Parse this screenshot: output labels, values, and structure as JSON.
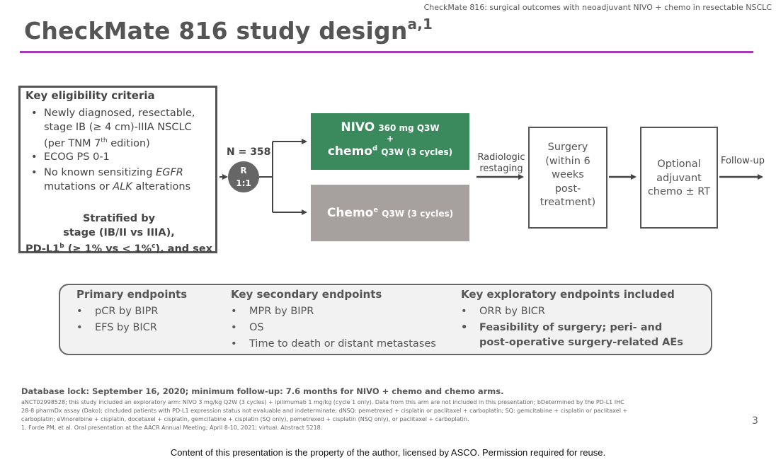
{
  "header_note": "CheckMate 816: surgical outcomes with neoadjuvant NIVO + chemo in resectable NSCLC",
  "title": {
    "text": "CheckMate 816 study design",
    "sup": "a,1"
  },
  "eligibility": {
    "title": "Key eligibility criteria",
    "items": [
      [
        "Newly diagnosed, resectable,",
        "stage IB (≥ 4 cm)-IIIA NSCLC",
        "(per TNM 7th edition)"
      ],
      [
        "ECOG PS 0-1"
      ],
      [
        "No known sensitizing EGFR",
        "mutations or ALK alterations"
      ]
    ],
    "stratified": [
      "Stratified by",
      "stage (IB/II vs IIIA),",
      "PD-L1b (≥ 1% vs < 1%c), and sex"
    ]
  },
  "randomization": {
    "n": "N = 358",
    "r": "R",
    "ratio": "1:1"
  },
  "arms": {
    "nivo_line1_big": "NIVO",
    "nivo_line1_small": "360 mg Q3W",
    "plus": "+",
    "nivo_line2_big": "chemod",
    "nivo_line2_small": "Q3W (3 cycles)",
    "chemo_big": "Chemoe",
    "chemo_small": "Q3W (3 cycles)"
  },
  "flow": {
    "radiologic": [
      "Radiologic",
      "restaging"
    ],
    "surgery": [
      "Surgery",
      "(within 6",
      "weeks",
      "post-",
      "treatment)"
    ],
    "adjuvant": [
      "Optional",
      "adjuvant",
      "chemo ± RT"
    ],
    "followup": "Follow-up"
  },
  "endpoints": {
    "primary": {
      "head": "Primary endpoints",
      "items": [
        "pCR by BIPR",
        "EFS by BICR"
      ]
    },
    "secondary": {
      "head": "Key secondary endpoints",
      "items": [
        "MPR by BIPR",
        "OS",
        "Time to death or distant metastases"
      ]
    },
    "exploratory": {
      "head": "Key exploratory endpoints included",
      "items": [
        "ORR by BICR",
        "Feasibility of surgery; peri- and",
        "post-operative surgery-related AEs"
      ]
    }
  },
  "db_lock": "Database lock: September 16, 2020; minimum follow-up: 7.6 months for NIVO + chemo and chemo arms.",
  "footnotes": [
    "aNCT02998528; this study included an exploratory arm: NIVO 3 mg/kg Q2W (3 cycles) + ipilimumab 1 mg/kg (cycle 1 only). Data from this arm are not included in this presentation; bDetermined by the PD-L1 IHC",
    "28-8 pharmDx assay (Dako); cIncluded patients with PD-L1 expression status not evaluable and indeterminate; dNSQ: pemetrexed + cisplatin or paclitaxel + carboplatin; SQ: gemcitabine + cisplatin or paclitaxel +",
    "carboplatin; eVinorelbine + cisplatin, docetaxel + cisplatin, gemcitabine + cisplatin (SQ only), pemetrexed + cisplatin (NSQ only), or paclitaxel + carboplatin.",
    "1. Forde PM, et al. Oral presentation at the AACR Annual Meeting; April 8-10, 2021; virtual. Abstract 5218."
  ],
  "page_number": "3",
  "copyright": "Content of this presentation is the property of the author, licensed by ASCO. Permission required for reuse.",
  "colors": {
    "accent_rule": "#a33bb5",
    "nivo_arm": "#3a8a5e",
    "chemo_arm": "#a6a09f"
  }
}
